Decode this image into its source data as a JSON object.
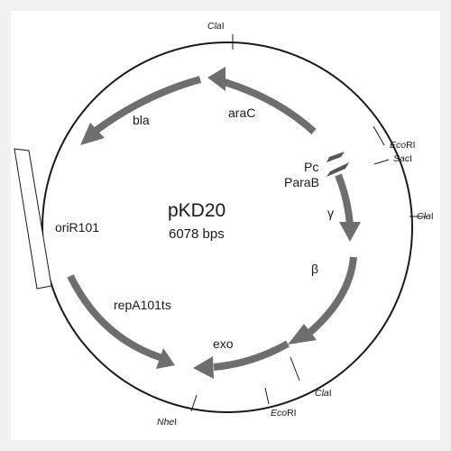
{
  "plasmid": {
    "name": "pKD20",
    "size_label": "6078 bps"
  },
  "features": {
    "araC": "araC",
    "bla": "bla",
    "oriR101": "oriR101",
    "repA101ts": "repA101ts",
    "exo": "exo",
    "beta": "β",
    "gamma": "γ",
    "pc": "Pc",
    "parab": "ParaB"
  },
  "sites": {
    "cla_top": {
      "italic": "Cla",
      "roman": "I"
    },
    "ecori_right": {
      "italic": "Eco",
      "roman": "RI"
    },
    "saci_right": {
      "italic": "Sac",
      "roman": "I"
    },
    "cla_right": {
      "italic": "Cla",
      "roman": "I"
    },
    "cla_bottom": {
      "italic": "Cla",
      "roman": "I"
    },
    "ecori_bottom": {
      "italic": "Eco",
      "roman": "RI"
    },
    "nhei_bottom": {
      "italic": "Nhe",
      "roman": "I"
    }
  },
  "colors": {
    "background": "#f1f1f1",
    "panel": "#ffffff",
    "arrow_fill": "#6e6e6e",
    "line": "#1a1a1a"
  }
}
